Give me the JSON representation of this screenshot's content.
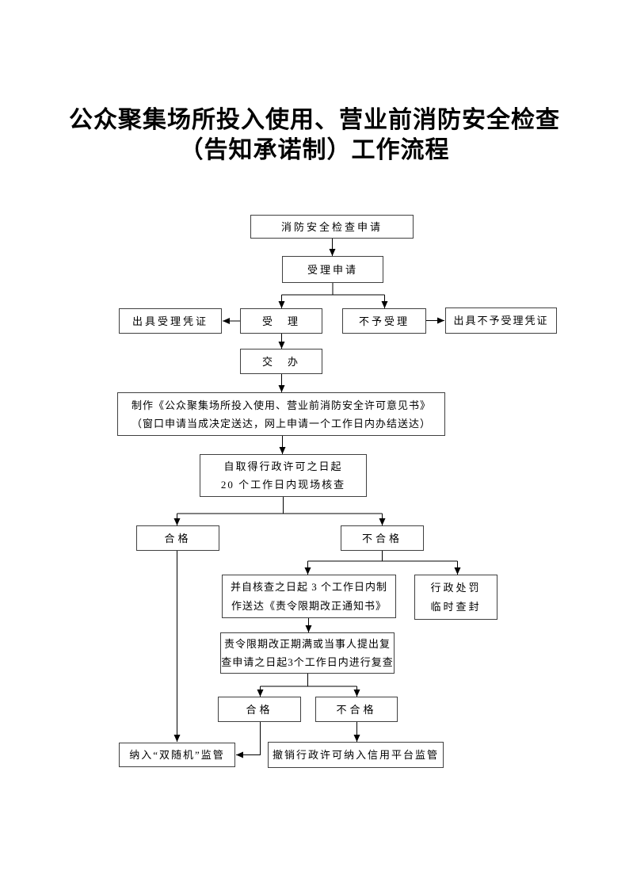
{
  "page": {
    "title_line1": "公众聚集场所投入使用、营业前消防安全检查",
    "title_line2": "（告知承诺制）工作流程"
  },
  "colors": {
    "ink": "#000000",
    "box_border": "#404040",
    "line": "#000000",
    "background": "#ffffff"
  },
  "nodes": {
    "apply": {
      "label": "消防安全检查申请"
    },
    "accept_application": {
      "label": "受理申请"
    },
    "issue_receipt": {
      "label": "出具受理凭证"
    },
    "accept": {
      "label": "受　理"
    },
    "reject": {
      "label": "不予受理"
    },
    "issue_rejection": {
      "label": "出具不予受理凭证"
    },
    "assign": {
      "label": "交　办"
    },
    "make_opinion": {
      "line1": "制作《公众聚集场所投入使用、营业前消防安全许可意见书》",
      "line2": "（窗口申请当成决定送达，网上申请一个工作日内办结送达）"
    },
    "onsite_check": {
      "line1": "自取得行政许可之日起",
      "line2": "20 个工作日内现场核查"
    },
    "pass1": {
      "label": "合格"
    },
    "fail1": {
      "label": "不合格"
    },
    "rectify_notice": {
      "line1": "并自核查之日起 3 个工作日内制",
      "line2": "作送达《责令限期改正通知书》"
    },
    "punishment": {
      "line1": "行政处罚",
      "line2": "临时查封"
    },
    "recheck": {
      "line1": "责令限期改正期满或当事人提出复",
      "line2": "查申请之日起3个工作日内进行复查"
    },
    "pass2": {
      "label": "合格"
    },
    "fail2": {
      "label": "不合格"
    },
    "dual_random": {
      "label": "纳入“双随机”监管"
    },
    "revoke_license": {
      "label": "撤销行政许可纳入信用平台监管"
    }
  },
  "edges": [
    {
      "from": "apply",
      "to": "accept_application"
    },
    {
      "from": "accept_application",
      "to": "accept"
    },
    {
      "from": "accept_application",
      "to": "reject"
    },
    {
      "from": "accept",
      "to": "issue_receipt"
    },
    {
      "from": "reject",
      "to": "issue_rejection"
    },
    {
      "from": "accept",
      "to": "assign"
    },
    {
      "from": "assign",
      "to": "make_opinion"
    },
    {
      "from": "make_opinion",
      "to": "onsite_check"
    },
    {
      "from": "onsite_check",
      "to": "pass1"
    },
    {
      "from": "onsite_check",
      "to": "fail1"
    },
    {
      "from": "pass1",
      "to": "dual_random"
    },
    {
      "from": "fail1",
      "to": "rectify_notice"
    },
    {
      "from": "fail1",
      "to": "punishment"
    },
    {
      "from": "rectify_notice",
      "to": "recheck"
    },
    {
      "from": "recheck",
      "to": "pass2"
    },
    {
      "from": "recheck",
      "to": "fail2"
    },
    {
      "from": "pass2",
      "to": "dual_random"
    },
    {
      "from": "fail2",
      "to": "revoke_license"
    }
  ]
}
